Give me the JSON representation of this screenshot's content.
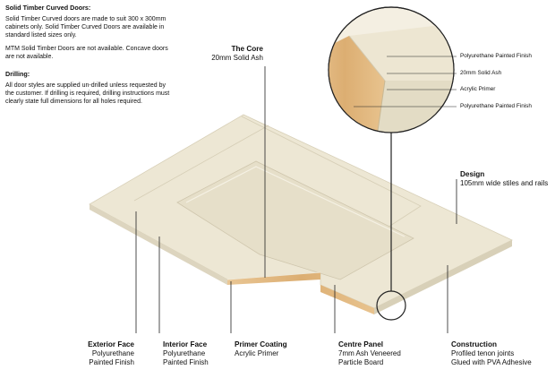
{
  "notes": {
    "curved_heading": "Solid Timber Curved Doors:",
    "curved_p1": "Solid Timber Curved doors are made to suit 300 x 300mm cabinets only. Solid Timber Curved Doors are available in standard listed sizes only.",
    "curved_p2": "MTM Solid Timber Doors are not available. Concave doors are not available.",
    "drilling_heading": "Drilling:",
    "drilling_p": "All door styles are supplied un-drilled unless requested by the customer. If drilling is required, drilling instructions must clearly state full dimensions for all holes required."
  },
  "labels": {
    "core": {
      "title": "The Core",
      "sub": "20mm Solid Ash"
    },
    "design": {
      "title": "Design",
      "sub": "105mm wide stiles and rails"
    },
    "exterior": {
      "title": "Exterior Face",
      "sub1": "Polyurethane",
      "sub2": "Painted Finish"
    },
    "interior": {
      "title": "Interior Face",
      "sub1": "Polyurethane",
      "sub2": "Painted Finish"
    },
    "primer": {
      "title": "Primer Coating",
      "sub": "Acrylic Primer"
    },
    "centre": {
      "title": "Centre Panel",
      "sub1": "7mm Ash Veneered",
      "sub2": "Particle Board"
    },
    "construction": {
      "title": "Construction",
      "sub1": "Profiled tenon joints",
      "sub2": "Glued with PVA Adhesive"
    }
  },
  "zoom_layers": [
    "Polyurethane Painted Finish",
    "20mm Solid Ash",
    "Acrylic Primer",
    "Polyurethane Painted Finish"
  ],
  "colors": {
    "paint": "#ece6d3",
    "paint_shade": "#ddd5bf",
    "ash": "#e1b880",
    "ash_dark": "#c9955a"
  }
}
